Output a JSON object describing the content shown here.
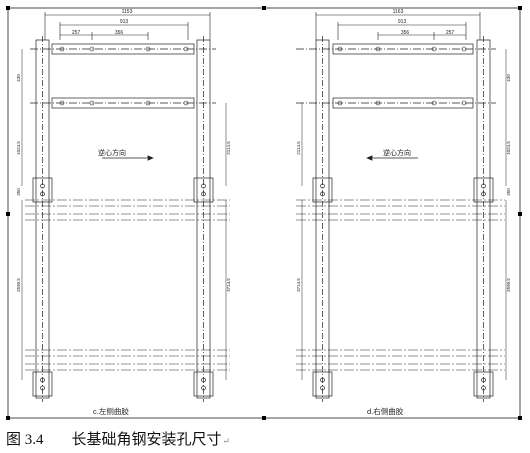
{
  "figure": {
    "number": "图 3.4",
    "title": "长基础角钢安装孔尺寸",
    "return_mark": "↵"
  },
  "panels": [
    {
      "id": "left",
      "label": "c.左侧曲胶",
      "direction_text": "逆心方向",
      "direction": "right",
      "dims": {
        "overall": "1153",
        "inner": "913",
        "seg1": "257",
        "seg2": "356",
        "v_top": "430",
        "v_mid1": "1024.5",
        "v_mid2": "2114.5",
        "v_side": "350",
        "v_low": "2590.5",
        "v_right": "3714.5"
      }
    },
    {
      "id": "right",
      "label": "d.右侧曲胶",
      "direction_text": "逆心方向",
      "direction": "left",
      "dims": {
        "overall": "1163",
        "inner": "913",
        "seg1": "356",
        "seg2": "257",
        "v_top": "430",
        "v_mid1": "1024.5",
        "v_mid2": "2114.5",
        "v_side": "350",
        "v_low": "2590.5",
        "v_right": "3714.5"
      }
    }
  ],
  "colors": {
    "line": "#222222",
    "frame": "#000000",
    "caption": "#111111"
  }
}
